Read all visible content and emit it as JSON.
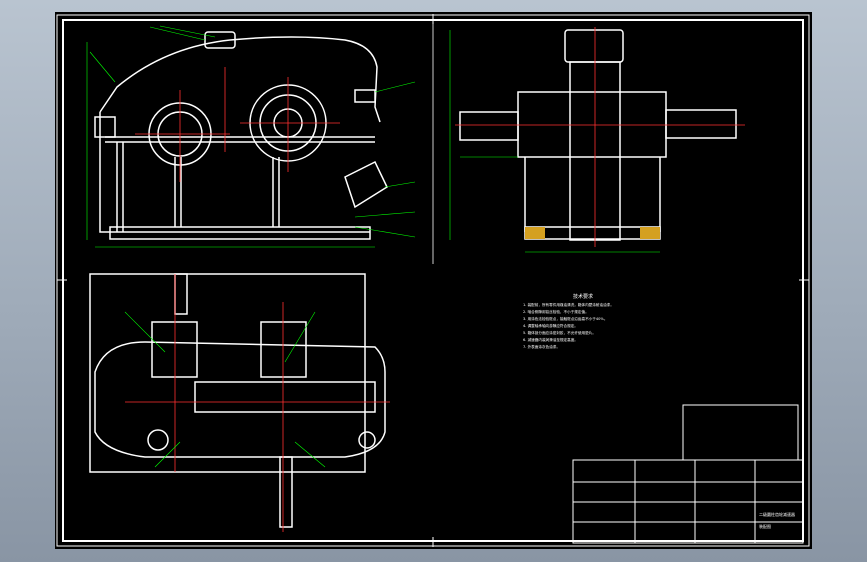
{
  "drawing": {
    "colors": {
      "background": "#000000",
      "outline": "#ffffff",
      "dimension": "#00ff00",
      "centerline": "#ff3030",
      "hatch": "#d4a020",
      "cyan": "#00e0ff"
    },
    "notes_title": "技术要求",
    "notes": [
      "1. 装配前，所有零件用煤油清洗，箱体内壁涂耐油油漆。",
      "2. 啮合侧隙用铅丝检验，不小于规定值。",
      "3. 用涂色法检验斑点，接触斑点沿齿高不小于40%。",
      "4. 调整轴承轴向游隙应符合规定。",
      "5. 箱体剖分面应涂密封胶，不允许使用垫片。",
      "6. 减速器内装润滑油至规定高度。",
      "7. 外表面涂灰色油漆。"
    ],
    "title_block": {
      "name": "二级圆柱齿轮减速器",
      "sheet": "装配图"
    }
  }
}
